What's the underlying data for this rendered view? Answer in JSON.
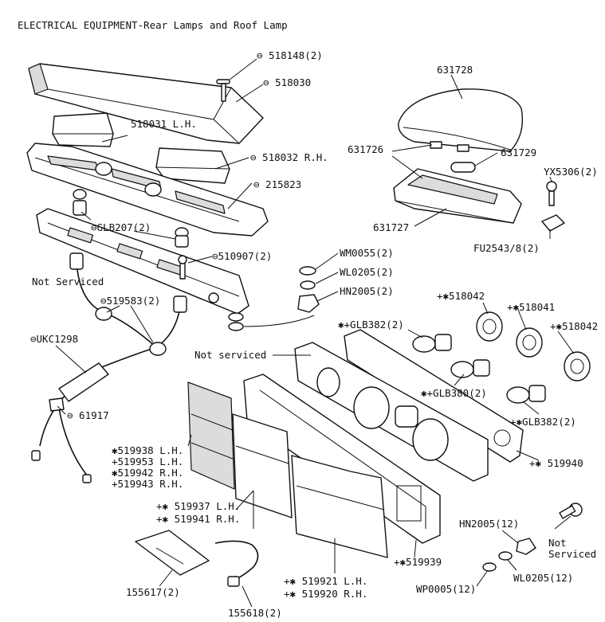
{
  "title": "ELECTRICAL EQUIPMENT-Rear Lamps and Roof Lamp",
  "labels": {
    "p518148": "⊖ 518148(2)",
    "p518030": "⊖ 518030",
    "p518031": "518031 L.H.",
    "p518032": "⊖ 518032 R.H.",
    "p215823": "⊖ 215823",
    "pGLB207": "⊖GLB207(2)",
    "p510907": "⊖510907(2)",
    "notServiced1": "Not Serviced",
    "p519583": "⊖519583(2)",
    "pUKC1298": "⊖UKC1298",
    "p61917": "⊖ 61917",
    "p631728": "631728",
    "p631726": "631726",
    "p631729": "631729",
    "pYX5306": "YX5306(2)",
    "p631727": "631727",
    "pFU2543": "FU2543/8(2)",
    "pWM0055": "WM0055(2)",
    "pWL0205a": "WL0205(2)",
    "pHN2005a": "HN2005(2)",
    "p518042a": "+✱518042",
    "p518041": "+✱518041",
    "pGLB382a": "✱+GLB382(2)",
    "p518042b": "+✱518042",
    "notServiced2": "Not serviced",
    "pGLB380": "✱+GLB380(2)",
    "pGLB382b": "+✱GLB382(2)",
    "p519940": "+✱ 519940",
    "p519938": "✱519938 L.H.",
    "p519953": "+519953 L.H.",
    "p519942": "✱519942 R.H.",
    "p519943": "+519943 R.H.",
    "p519937": "+✱ 519937 L.H.",
    "p519941": "+✱ 519941 R.H.",
    "pHN2005b": "HN2005(12)",
    "notServiced3a": "Not",
    "notServiced3b": "Serviced",
    "p519939": "+✱519939",
    "pWL0205b": "WL0205(12)",
    "pWP0005": "WP0005(12)",
    "p519921": "+✱ 519921 L.H.",
    "p519920": "+✱ 519920 R.H.",
    "p155617": "155617(2)",
    "p155618": "155618(2)"
  },
  "colors": {
    "ink": "#111111",
    "paper": "#ffffff",
    "shade": "#dcdcdc"
  }
}
